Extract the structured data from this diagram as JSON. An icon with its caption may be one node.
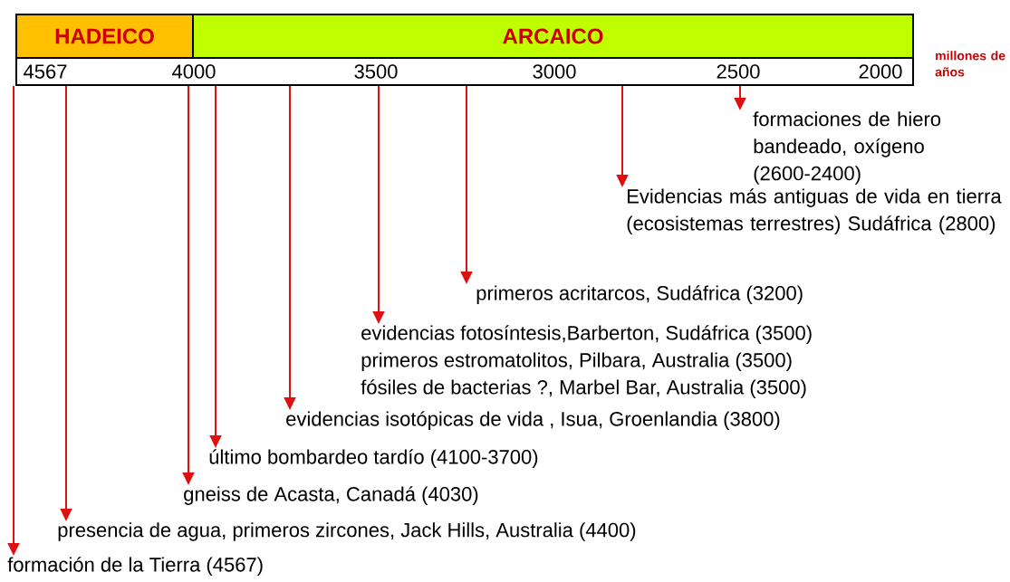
{
  "diagram": {
    "nodes": [
      {
        "text": [
          "HADEICO"
        ]
      },
      {
        "text": [
          "ARCAICO"
        ]
      },
      {
        "text": [],
        "shape": "bar"
      },
      {
        "text": [
          "formaciones de hiero bandeado, oxígeno (2600-2400)"
        ]
      },
      {
        "text": [
          "Evidencias más antiguas de vida en tierra (ecosistemas terrestres) Sudáfrica (2800)"
        ]
      },
      {
        "text": [
          "primeros acritarcos, Sudáfrica (3200)"
        ]
      },
      {
        "text": [
          "evidencias fotosíntesis,Barberton, Sudáfrica (3500)",
          "primeros estromatolitos, Pilbara, Australia (3500)",
          "fósiles de bacterias ?, Marbel Bar, Australia (3500)"
        ]
      },
      {
        "text": [
          "evidencias isotópicas de vida , Isua, Groenlandia (3800)"
        ]
      },
      {
        "text": [
          "último bombardeo tardío (4100-3700)"
        ]
      },
      {
        "text": [
          "gneiss de Acasta, Canadá (4030)"
        ]
      },
      {
        "text": [
          "presencia de agua, primeros zircones, Jack Hills, Australia (4400)"
        ]
      },
      {
        "text": [
          "formación de la Tierra (4567)"
        ]
      }
    ],
    "edges": [
      {
        "from": 2,
        "to": 3,
        "arrow": "to"
      },
      {
        "from": 2,
        "to": 4,
        "arrow": "to"
      },
      {
        "from": 2,
        "to": 5,
        "arrow": "to"
      },
      {
        "from": 2,
        "to": 6,
        "arrow": "to"
      },
      {
        "from": 2,
        "to": 7,
        "arrow": "to"
      },
      {
        "from": 2,
        "to": 8,
        "arrow": "to"
      },
      {
        "from": 2,
        "to": 9,
        "arrow": "to"
      },
      {
        "from": 2,
        "to": 10,
        "arrow": "to"
      },
      {
        "from": 2,
        "to": 11,
        "arrow": "to"
      }
    ],
    "labels": [
      "4567",
      "4000",
      "3500",
      "3000",
      "2500",
      "2000",
      "millones de años"
    ]
  }
}
